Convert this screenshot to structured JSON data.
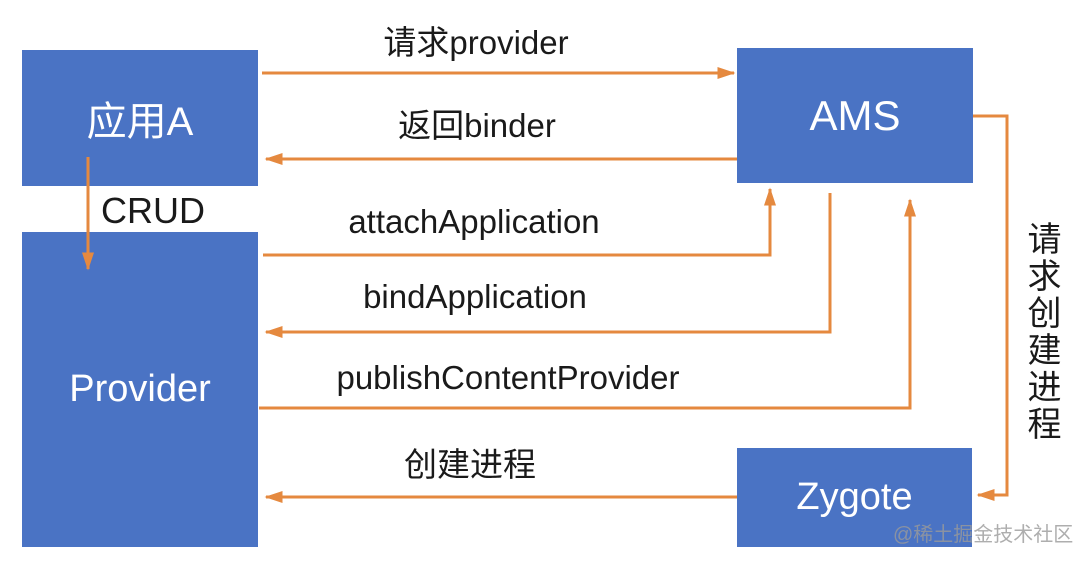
{
  "colors": {
    "page_bg": "#ffffff",
    "box_fill": "#4a73c4",
    "box_text": "#ffffff",
    "arrow": "#e5893f",
    "label_text": "#1a1a1a",
    "watermark_text": "#9a9a9a"
  },
  "diagram": {
    "nodes": [
      {
        "id": "app-a",
        "label": "应用A"
      },
      {
        "id": "ams",
        "label": "AMS"
      },
      {
        "id": "provider",
        "label": "Provider"
      },
      {
        "id": "zygote",
        "label": "Zygote"
      }
    ],
    "edges": [
      {
        "id": "request-provider",
        "label": "请求provider",
        "from": "app-a",
        "to": "ams"
      },
      {
        "id": "return-binder",
        "label": "返回binder",
        "from": "ams",
        "to": "app-a"
      },
      {
        "id": "crud",
        "label": "CRUD",
        "from": "app-a",
        "to": "provider"
      },
      {
        "id": "attach-application",
        "label": "attachApplication",
        "from": "provider",
        "to": "ams"
      },
      {
        "id": "bind-application",
        "label": "bindApplication",
        "from": "ams",
        "to": "provider"
      },
      {
        "id": "publish-content-provider",
        "label": "publishContentProvider",
        "from": "provider",
        "to": "ams"
      },
      {
        "id": "create-process",
        "label": "创建进程",
        "from": "zygote",
        "to": "provider"
      },
      {
        "id": "request-create-process",
        "label": "请求创建进程",
        "from": "ams",
        "to": "zygote"
      }
    ]
  },
  "watermark": "@稀土掘金技术社区"
}
